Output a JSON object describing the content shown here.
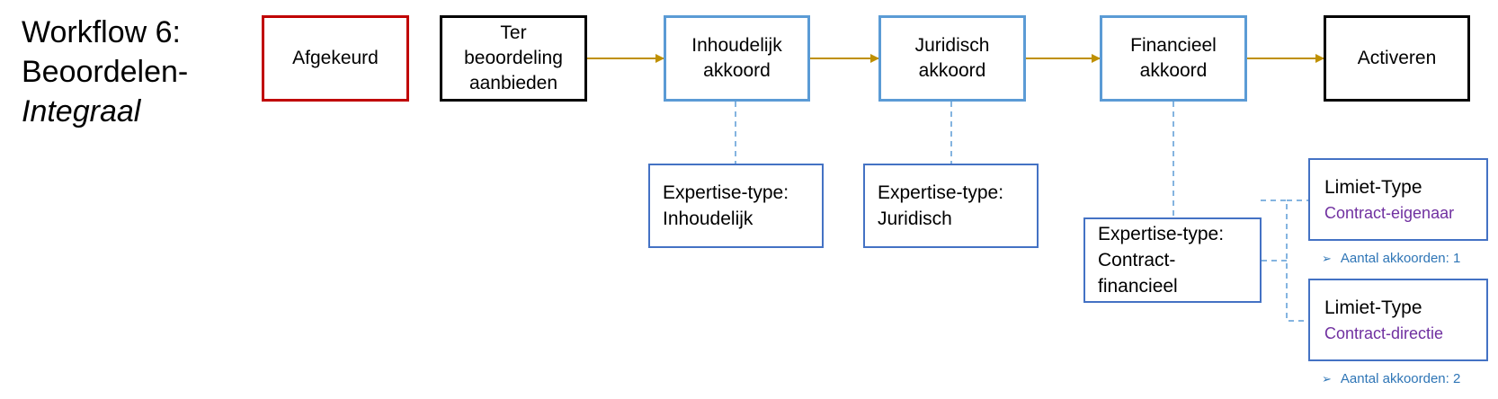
{
  "title": {
    "line1": "Workflow 6:",
    "line2": "Beoordelen-",
    "line3": "Integraal"
  },
  "colors": {
    "arrow": "#bf9000",
    "dashed": "#5b9bd5",
    "red_border": "#c00000",
    "blue_border": "#5b9bd5",
    "note_text": "#2e75b6",
    "limit_sub_text": "#7030a0"
  },
  "steps": [
    {
      "id": "afgekeurd",
      "label": "Afgekeurd"
    },
    {
      "id": "ter-beoordeling",
      "label": "Ter beoordeling aanbieden"
    },
    {
      "id": "inhoudelijk",
      "label": "Inhoudelijk akkoord"
    },
    {
      "id": "juridisch",
      "label": "Juridisch akkoord"
    },
    {
      "id": "financieel",
      "label": "Financieel akkoord"
    },
    {
      "id": "activeren",
      "label": "Activeren"
    }
  ],
  "expertise": [
    {
      "line1": "Expertise-type:",
      "line2": "Inhoudelijk",
      "line3": ""
    },
    {
      "line1": "Expertise-type:",
      "line2": "Juridisch",
      "line3": ""
    },
    {
      "line1": "Expertise-type:",
      "line2": "Contract-",
      "line3": "financieel"
    }
  ],
  "limits": [
    {
      "title": "Limiet-Type",
      "subtitle": "Contract-eigenaar",
      "note": "Aantal akkoorden: 1"
    },
    {
      "title": "Limiet-Type",
      "subtitle": "Contract-directie",
      "note": "Aantal akkoorden: 2"
    }
  ],
  "note_bullet": "➢"
}
